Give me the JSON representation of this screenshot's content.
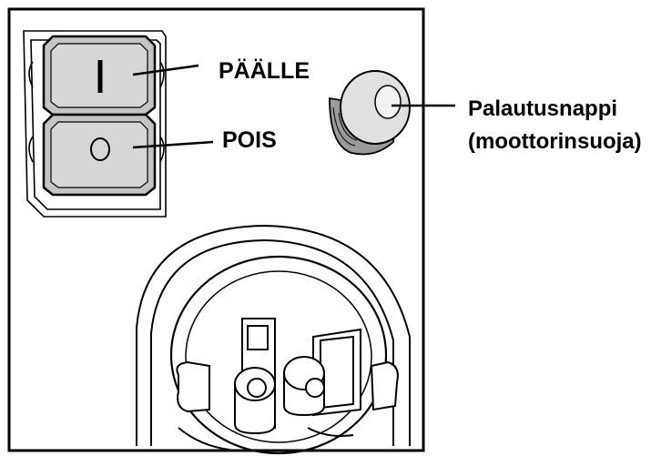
{
  "labels": {
    "on_switch": "PÄÄLLE",
    "off_switch": "POIS",
    "reset_button_line1": "Palautusnappi",
    "reset_button_line2": "(moottorinsuoja)"
  },
  "switch_symbols": {
    "on": "I",
    "off": "O"
  },
  "colors": {
    "button_fill": "#c4c4c4",
    "line": "#000000",
    "background": "#ffffff"
  }
}
